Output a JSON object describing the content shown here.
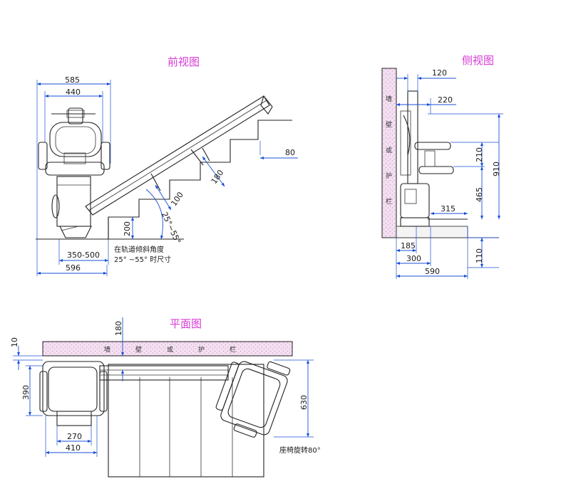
{
  "titles": {
    "front": "前视图",
    "side": "侧视图",
    "plan": "平面图"
  },
  "front": {
    "dim_585": "585",
    "dim_440": "440",
    "dim_80": "80",
    "dim_180": "180",
    "dim_100": "100",
    "angle": "25°~55°",
    "dim_200": "200",
    "dim_350_500": "350-500",
    "dim_596": "596",
    "note_line1": "在轨道倾斜角度",
    "note_line2": "25° ~55° 时尺寸"
  },
  "side": {
    "dim_120": "120",
    "dim_220": "220",
    "dim_210": "210",
    "dim_910": "910",
    "dim_465": "465",
    "dim_315": "315",
    "dim_185": "185",
    "dim_300": "300",
    "dim_590": "590",
    "dim_110": "110",
    "wall_chars": [
      "墙",
      "壁",
      "或",
      "护",
      "栏"
    ]
  },
  "plan": {
    "dim_10": "10",
    "dim_180": "180",
    "dim_390": "390",
    "dim_270": "270",
    "dim_410": "410",
    "dim_630": "630",
    "wall_label": [
      "墙",
      "壁",
      "或",
      "护",
      "栏"
    ],
    "note": "座椅旋转80°"
  },
  "colors": {
    "title": "#d63bd6",
    "dimension": "#1a4fd6",
    "wall_fill": "#f3dff0"
  }
}
